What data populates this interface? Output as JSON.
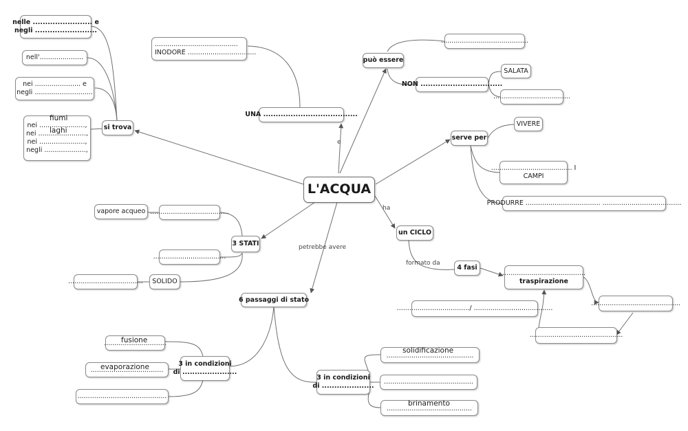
{
  "central": "L'ACQUA",
  "links": {
    "e": "e",
    "ha": "ha",
    "petrebbe_avere": "petrebbe avere",
    "formato_da": "formato da"
  },
  "una": "UNA ......................................",
  "inodore": {
    "line1": "........................................",
    "line2": "INODORE ................................."
  },
  "si_trova": {
    "label": "si trova",
    "nelle": {
      "line1": "nelle ........................ e",
      "line2": "negli ........................."
    },
    "nell": "nell'.....................",
    "nei": {
      "line1": "nei ...................... e",
      "line2": "negli ............................"
    },
    "fiumi_box": {
      "line1": "nei ......................,",
      "line2": "nei .......................,",
      "line3": "nei ......................,",
      "line4": "negli ....................,"
    },
    "fiumi": "fiumi",
    "laghi": "laghi"
  },
  "puo_essere": {
    "label": "può essere",
    "top": "..........................................",
    "non": "NON .................................",
    "salata": "SALATA",
    "bottom": "....................................."
  },
  "serve_per": {
    "label": "serve per",
    "vivere": "VIVERE",
    "campi": {
      "line1": "....................................... I",
      "line2": "CAMPI"
    },
    "produrre": "PRODURRE .................................... ......................................"
  },
  "stati": {
    "label": "3 STATI",
    "vapore": "vapore acqueo",
    "vapore_blank": "......................................",
    "middle": "...................................",
    "solido": "SOLIDO",
    "solido_blank": "...................................."
  },
  "ciclo": {
    "label": "un CICLO",
    "fasi": "4 fasi",
    "traspirazione": {
      "line1": "........................................",
      "line2": "traspirazione"
    },
    "left": ".................................../ ......................................",
    "right": "...........................................",
    "bottom": "............................................."
  },
  "passaggi": {
    "label": "6 passaggi di stato",
    "left": {
      "label1": "3 in condizioni",
      "label2": "di ......................",
      "fusione_line": "..............................",
      "fusione": "fusione",
      "evap_line": "...................................",
      "evaporazione": "evaporazione",
      "third": "..........................................."
    },
    "right": {
      "label1": "3 in condizioni",
      "label2": "di .....................",
      "solid_line": "..........................................",
      "solidificazione": "solidificazione",
      "middle": "...........................................",
      "brin_line": ".........................................",
      "brinamento": "brinamento"
    }
  }
}
